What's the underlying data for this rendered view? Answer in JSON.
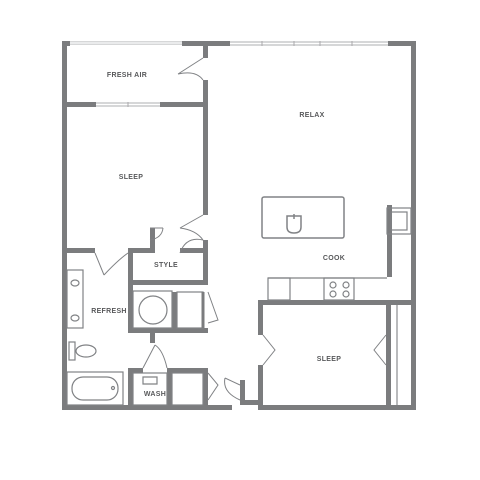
{
  "colors": {
    "wall": "#7b7c7e",
    "fixture": "#808285",
    "window": "#b9babc",
    "label": "#58595b",
    "background": "#ffffff"
  },
  "rooms": {
    "fresh_air": "FRESH AIR",
    "relax": "RELAX",
    "sleep_main": "SLEEP",
    "cook": "COOK",
    "style": "STYLE",
    "refresh": "REFRESH",
    "sleep_second": "SLEEP",
    "wash": "WASH"
  },
  "icons": {
    "door_swing": "door-swing-icon",
    "sink": "sink-icon",
    "stove": "stove-icon",
    "bathtub": "bathtub-icon",
    "toilet": "toilet-icon",
    "water_heater": "water-heater-icon",
    "washer": "washer-icon",
    "window": "window-icon"
  }
}
